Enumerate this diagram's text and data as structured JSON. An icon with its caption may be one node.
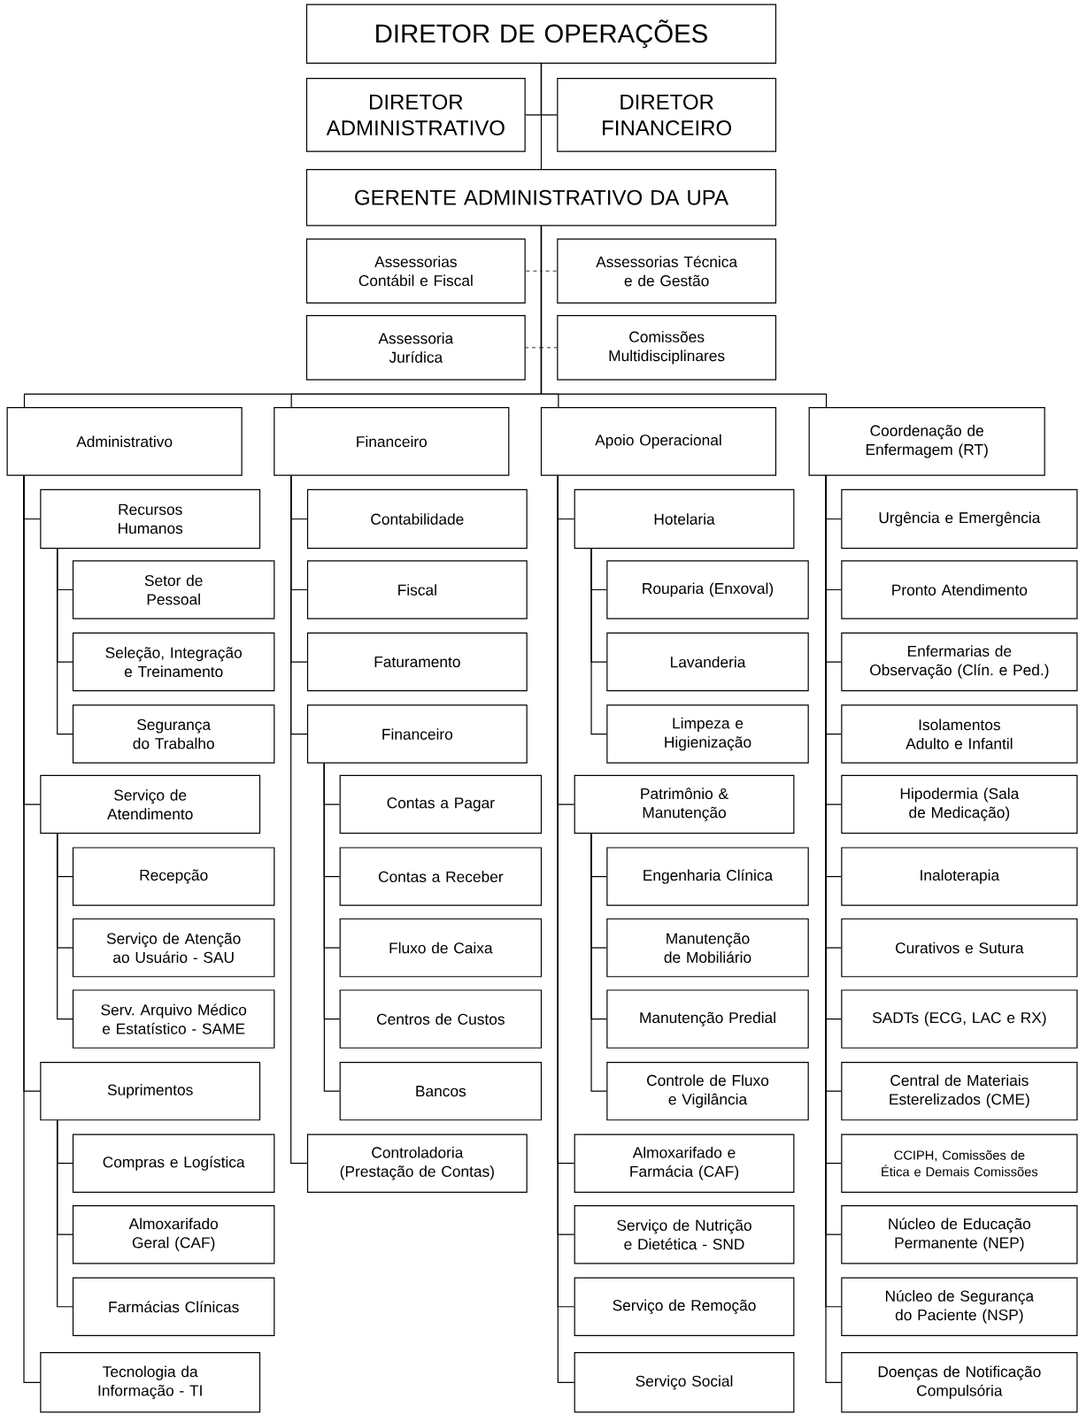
{
  "diagram": {
    "nodes": [
      {
        "text": [
          "DIRETOR DE OPERAÇÕES"
        ]
      },
      {
        "text": [
          "DIRETOR ADMINISTRATIVO"
        ]
      },
      {
        "text": [
          "DIRETOR FINANCEIRO"
        ]
      },
      {
        "text": [
          "GERENTE ADMINISTRATIVO DA UPA"
        ]
      },
      {
        "text": [
          "Assessorias Contábil e Fiscal"
        ]
      },
      {
        "text": [
          "Assessorias Técnica e de Gestão"
        ]
      },
      {
        "text": [
          "Assessoria Jurídica"
        ]
      },
      {
        "text": [
          "Comissões Multidisciplinares"
        ]
      },
      {
        "text": [
          "Administrativo"
        ]
      },
      {
        "text": [
          "Financeiro"
        ]
      },
      {
        "text": [
          "Apoio Operacional"
        ]
      },
      {
        "text": [
          "Coordenação de Enfermagem (RT)"
        ]
      },
      {
        "text": [
          "Recursos Humanos"
        ]
      },
      {
        "text": [
          "Setor de Pessoal"
        ]
      },
      {
        "text": [
          "Seleção, Integração e Treinamento"
        ]
      },
      {
        "text": [
          "Segurança do Trabalho"
        ]
      },
      {
        "text": [
          "Serviço de Atendimento"
        ]
      },
      {
        "text": [
          "Recepção"
        ]
      },
      {
        "text": [
          "Serviço de Atenção ao Usuário - SAU"
        ]
      },
      {
        "text": [
          "Serv. Arquivo Médico e Estatístico - SAME"
        ]
      },
      {
        "text": [
          "Suprimentos"
        ]
      },
      {
        "text": [
          "Compras e Logística"
        ]
      },
      {
        "text": [
          "Almoxarifado Geral (CAF)"
        ]
      },
      {
        "text": [
          "Farmácias Clínicas"
        ]
      },
      {
        "text": [
          "Tecnologia da Informação - TI"
        ]
      },
      {
        "text": [
          "Contabilidade"
        ]
      },
      {
        "text": [
          "Fiscal"
        ]
      },
      {
        "text": [
          "Faturamento"
        ]
      },
      {
        "text": [
          "Financeiro"
        ]
      },
      {
        "text": [
          "Contas a Pagar"
        ]
      },
      {
        "text": [
          "Contas a Receber"
        ]
      },
      {
        "text": [
          "Fluxo de Caixa"
        ]
      },
      {
        "text": [
          "Centros de Custos"
        ]
      },
      {
        "text": [
          "Bancos"
        ]
      },
      {
        "text": [
          "Controladoria (Prestação de Contas)"
        ]
      },
      {
        "text": [
          "Hotelaria"
        ]
      },
      {
        "text": [
          "Rouparia (Enxoval)"
        ]
      },
      {
        "text": [
          "Lavanderia"
        ]
      },
      {
        "text": [
          "Limpeza e Higienização"
        ]
      },
      {
        "text": [
          "Patrimônio & Manutenção"
        ]
      },
      {
        "text": [
          "Engenharia Clínica"
        ]
      },
      {
        "text": [
          "Manutenção de Mobiliário"
        ]
      },
      {
        "text": [
          "Manutenção Predial"
        ]
      },
      {
        "text": [
          "Controle de Fluxo e Vigilância"
        ]
      },
      {
        "text": [
          "Almoxarifado e Farmácia (CAF)"
        ]
      },
      {
        "text": [
          "Serviço de Nutrição e Dietética - SND"
        ]
      },
      {
        "text": [
          "Serviço de Remoção"
        ]
      },
      {
        "text": [
          "Serviço Social"
        ]
      },
      {
        "text": [
          "Urgência e Emergência"
        ]
      },
      {
        "text": [
          "Pronto Atendimento"
        ]
      },
      {
        "text": [
          "Enfermarias de Observação (Clín. e Ped.)"
        ]
      },
      {
        "text": [
          "Isolamentos Adulto e Infantil"
        ]
      },
      {
        "text": [
          "Hipodermia (Sala de Medicação)"
        ]
      },
      {
        "text": [
          "Inaloterapia"
        ]
      },
      {
        "text": [
          "Curativos e Sutura"
        ]
      },
      {
        "text": [
          "SADTs (ECG, LAC e RX)"
        ]
      },
      {
        "text": [
          "Central de Materiais Esterelizados (CME)"
        ]
      },
      {
        "text": [
          "CCIPH, Comissões de Ética e Demais Comissões"
        ]
      },
      {
        "text": [
          "Núcleo de Educação Permanente (NEP)"
        ]
      },
      {
        "text": [
          "Núcleo de Segurança do Paciente (NSP)"
        ]
      },
      {
        "text": [
          "Doenças de Notificação Compulsória"
        ]
      }
    ],
    "edges": [
      {
        "from": 0,
        "to": 3,
        "arrow": "none"
      },
      {
        "from": 0,
        "to": 1,
        "arrow": "none"
      },
      {
        "from": 0,
        "to": 2,
        "arrow": "none"
      },
      {
        "from": 3,
        "to": 4,
        "arrow": "none",
        "style": "dashed"
      },
      {
        "from": 3,
        "to": 5,
        "arrow": "none",
        "style": "dashed"
      },
      {
        "from": 3,
        "to": 6,
        "arrow": "none",
        "style": "dashed"
      },
      {
        "from": 3,
        "to": 7,
        "arrow": "none",
        "style": "dashed"
      },
      {
        "from": 3,
        "to": 8,
        "arrow": "none"
      },
      {
        "from": 3,
        "to": 9,
        "arrow": "none"
      },
      {
        "from": 3,
        "to": 10,
        "arrow": "none"
      },
      {
        "from": 3,
        "to": 11,
        "arrow": "none"
      },
      {
        "from": 8,
        "to": 12,
        "arrow": "none"
      },
      {
        "from": 12,
        "to": 13,
        "arrow": "none"
      },
      {
        "from": 12,
        "to": 14,
        "arrow": "none"
      },
      {
        "from": 12,
        "to": 15,
        "arrow": "none"
      },
      {
        "from": 8,
        "to": 16,
        "arrow": "none"
      },
      {
        "from": 16,
        "to": 17,
        "arrow": "none"
      },
      {
        "from": 16,
        "to": 18,
        "arrow": "none"
      },
      {
        "from": 16,
        "to": 19,
        "arrow": "none"
      },
      {
        "from": 8,
        "to": 20,
        "arrow": "none"
      },
      {
        "from": 20,
        "to": 21,
        "arrow": "none"
      },
      {
        "from": 20,
        "to": 22,
        "arrow": "none"
      },
      {
        "from": 20,
        "to": 23,
        "arrow": "none"
      },
      {
        "from": 8,
        "to": 24,
        "arrow": "none"
      },
      {
        "from": 9,
        "to": 25,
        "arrow": "none"
      },
      {
        "from": 9,
        "to": 26,
        "arrow": "none"
      },
      {
        "from": 9,
        "to": 27,
        "arrow": "none"
      },
      {
        "from": 9,
        "to": 28,
        "arrow": "none"
      },
      {
        "from": 28,
        "to": 29,
        "arrow": "none"
      },
      {
        "from": 28,
        "to": 30,
        "arrow": "none"
      },
      {
        "from": 28,
        "to": 31,
        "arrow": "none"
      },
      {
        "from": 28,
        "to": 32,
        "arrow": "none"
      },
      {
        "from": 28,
        "to": 33,
        "arrow": "none"
      },
      {
        "from": 9,
        "to": 34,
        "arrow": "none"
      },
      {
        "from": 10,
        "to": 35,
        "arrow": "none"
      },
      {
        "from": 35,
        "to": 36,
        "arrow": "none"
      },
      {
        "from": 35,
        "to": 37,
        "arrow": "none"
      },
      {
        "from": 35,
        "to": 38,
        "arrow": "none"
      },
      {
        "from": 10,
        "to": 39,
        "arrow": "none"
      },
      {
        "from": 39,
        "to": 40,
        "arrow": "none"
      },
      {
        "from": 39,
        "to": 41,
        "arrow": "none"
      },
      {
        "from": 39,
        "to": 42,
        "arrow": "none"
      },
      {
        "from": 39,
        "to": 43,
        "arrow": "none"
      },
      {
        "from": 10,
        "to": 44,
        "arrow": "none"
      },
      {
        "from": 10,
        "to": 45,
        "arrow": "none"
      },
      {
        "from": 10,
        "to": 46,
        "arrow": "none"
      },
      {
        "from": 10,
        "to": 47,
        "arrow": "none"
      },
      {
        "from": 11,
        "to": 48,
        "arrow": "none"
      },
      {
        "from": 11,
        "to": 49,
        "arrow": "none"
      },
      {
        "from": 11,
        "to": 50,
        "arrow": "none"
      },
      {
        "from": 11,
        "to": 51,
        "arrow": "none"
      },
      {
        "from": 11,
        "to": 52,
        "arrow": "none"
      },
      {
        "from": 11,
        "to": 53,
        "arrow": "none"
      },
      {
        "from": 11,
        "to": 54,
        "arrow": "none"
      },
      {
        "from": 11,
        "to": 55,
        "arrow": "none"
      },
      {
        "from": 11,
        "to": 56,
        "arrow": "none"
      },
      {
        "from": 11,
        "to": 57,
        "arrow": "none"
      },
      {
        "from": 11,
        "to": 58,
        "arrow": "none"
      },
      {
        "from": 11,
        "to": 59,
        "arrow": "none"
      },
      {
        "from": 11,
        "to": 60,
        "arrow": "none"
      }
    ]
  }
}
